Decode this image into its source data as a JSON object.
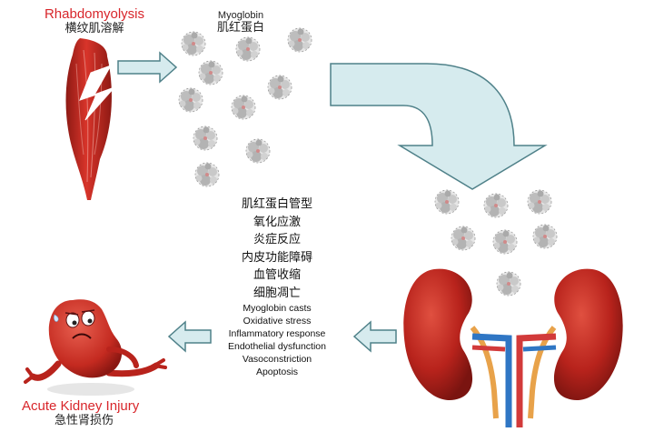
{
  "rhabdo": {
    "title_en": "Rhabdomyolysis",
    "title_cn": "横纹肌溶解"
  },
  "myoglobin": {
    "label_en": "Myoglobin",
    "label_cn": "肌红蛋白"
  },
  "effects": {
    "cn": [
      "肌红蛋白管型",
      "氧化应激",
      "炎症反应",
      "内皮功能障碍",
      "血管收缩",
      "细胞凋亡"
    ],
    "en": [
      "Myoglobin casts",
      "Oxidative stress",
      "Inflammatory response",
      "Endothelial dysfunction",
      "Vasoconstriction",
      "Apoptosis"
    ]
  },
  "aki": {
    "title_en": "Acute Kidney Injury",
    "title_cn": "急性肾损伤"
  },
  "colors": {
    "title_red": "#d8262b",
    "arrow_fill": "#d6ebee",
    "arrow_stroke": "#4f8189",
    "kidney_red": "#b8231c",
    "muscle_red": "#cc2b22"
  }
}
